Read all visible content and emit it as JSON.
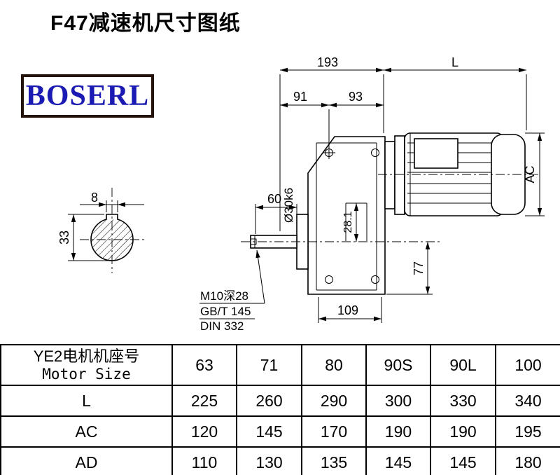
{
  "page": {
    "title": "F47减速机尺寸图纸"
  },
  "logo": {
    "text": "BOSERL"
  },
  "drawing": {
    "dim_193": "193",
    "dim_L": "L",
    "dim_91": "91",
    "dim_93": "93",
    "dim_60": "60",
    "dim_shaft": "Ø30k6",
    "dim_28_1": "28.1",
    "dim_77": "77",
    "dim_109": "109",
    "dim_AC": "AC",
    "dim_8": "8",
    "dim_33": "33",
    "note_tap": "M10深28",
    "note_gb": "GB/T 145",
    "note_din": "DIN 332"
  },
  "table": {
    "header": {
      "label_cn": "YE2电机机座号",
      "label_en": "Motor Size",
      "sizes": [
        "63",
        "71",
        "80",
        "90S",
        "90L",
        "100"
      ]
    },
    "rows": [
      {
        "label": "L",
        "values": [
          "225",
          "260",
          "290",
          "300",
          "330",
          "340"
        ]
      },
      {
        "label": "AC",
        "values": [
          "120",
          "145",
          "170",
          "190",
          "190",
          "195"
        ]
      },
      {
        "label": "AD",
        "values": [
          "110",
          "130",
          "135",
          "145",
          "145",
          "180"
        ]
      }
    ]
  }
}
